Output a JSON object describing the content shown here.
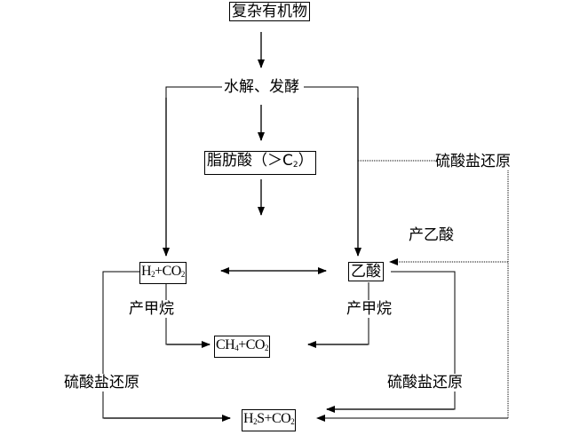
{
  "nodes": {
    "complex_organics": "复杂有机物",
    "hydrolysis": "水解、发酵",
    "fatty_acid": {
      "text": "脂肪酸（＞C",
      "sub": "2",
      "tail": "）"
    },
    "h2_co2": {
      "a": "H",
      "a_sub": "2",
      "b": "+CO",
      "b_sub": "2"
    },
    "acetic_acid": "乙酸",
    "ch4_co2": {
      "a": "CH",
      "a_sub": "4",
      "b": "+CO",
      "b_sub": "2"
    },
    "h2s_co2": {
      "a": "H",
      "a_sub": "2",
      "b": "S+CO",
      "b_sub": "2"
    }
  },
  "labels": {
    "methanogenesis_left": "产甲烷",
    "methanogenesis_right": "产甲烷",
    "acetogenesis": "产乙酸",
    "sulfate_reduction_top": "硫酸盐还原",
    "sulfate_reduction_left": "硫酸盐还原",
    "sulfate_reduction_right": "硫酸盐还原"
  }
}
